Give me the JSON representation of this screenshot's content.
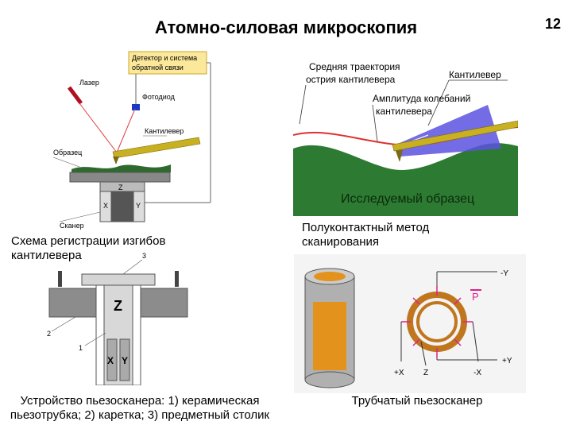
{
  "slide": {
    "title": "Атомно-силовая микроскопия",
    "page_number": "12"
  },
  "fig1": {
    "caption_line1": "Схема регистрации изгибов",
    "caption_line2": "кантилевера",
    "detector_line1": "Детектор и система",
    "detector_line2": "обратной связи",
    "laser": "Лазер",
    "photodiode": "Фотодиод",
    "cantilever": "Кантилевер",
    "sample": "Образец",
    "scanner": "Сканер",
    "z": "Z",
    "x": "X",
    "y": "Y"
  },
  "fig2": {
    "caption_line1": "Полуконтактный метод",
    "caption_line2": "сканирования",
    "trajectory_line1": "Средняя траектория",
    "trajectory_line2": "острия кантилевера",
    "cantilever": "Кантилевер",
    "amplitude_line1": "Амплитуда колебаний",
    "amplitude_line2": "кантилевера",
    "sample": "Исследуемый образец"
  },
  "fig3": {
    "caption_line1": "Устройство пьезосканера: 1) керамическая",
    "caption_line2": "пьезотрубка; 2) каретка; 3) предметный столик",
    "n1": "1",
    "n2": "2",
    "n3": "3",
    "z": "Z",
    "x": "X",
    "y": "Y"
  },
  "fig4": {
    "caption": "Трубчатый пьезосканер",
    "minus_y": "-Y",
    "plus_y": "+Y",
    "plus_x": "+X",
    "z": "Z",
    "minus_x": "-X",
    "p": "P"
  }
}
